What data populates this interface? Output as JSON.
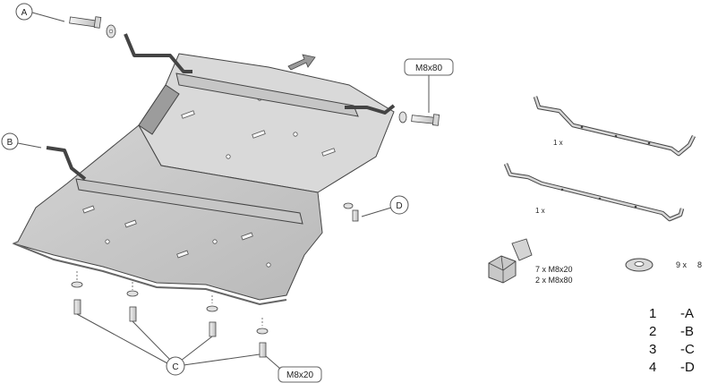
{
  "callouts": {
    "a": "A",
    "b": "B",
    "c": "C",
    "d": "D"
  },
  "bolt_tags": {
    "top_right": "M8x80",
    "bottom": "M8x20"
  },
  "parts": {
    "bracket_upper_qty": "1 x",
    "bracket_lower_qty": "1 x",
    "bolt_line1": "7 x  M8x20",
    "bolt_line2": "2 x  M8x80",
    "washer_qty": "9 x",
    "washer_size": "8"
  },
  "legend": [
    {
      "num": "1",
      "label": "-A"
    },
    {
      "num": "2",
      "label": "-B"
    },
    {
      "num": "3",
      "label": "-C"
    },
    {
      "num": "4",
      "label": "-D"
    }
  ]
}
